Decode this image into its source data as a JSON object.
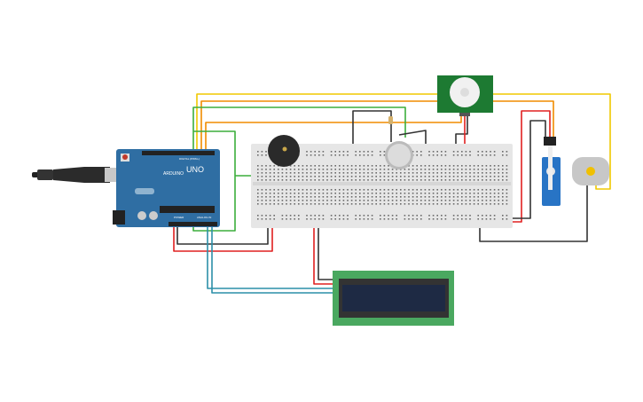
{
  "arduino": {
    "brand": "ARDUINO",
    "model": "UNO",
    "power_label": "POWER",
    "analog_label": "ANALOG IN",
    "digital_label": "DIGITAL (PWM~)"
  },
  "colors": {
    "board_blue": "#2f6ea3",
    "breadboard": "#e6e6e6",
    "pcb_green": "#3a9a4a",
    "lcd_screen": "#1e2a44",
    "servo_blue": "#2874c5",
    "wire_yellow": "#f0c800",
    "wire_orange": "#f08c00",
    "wire_green": "#3cae3c",
    "wire_red": "#e02020",
    "wire_black": "#333333",
    "wire_teal": "#2c8fa8"
  }
}
